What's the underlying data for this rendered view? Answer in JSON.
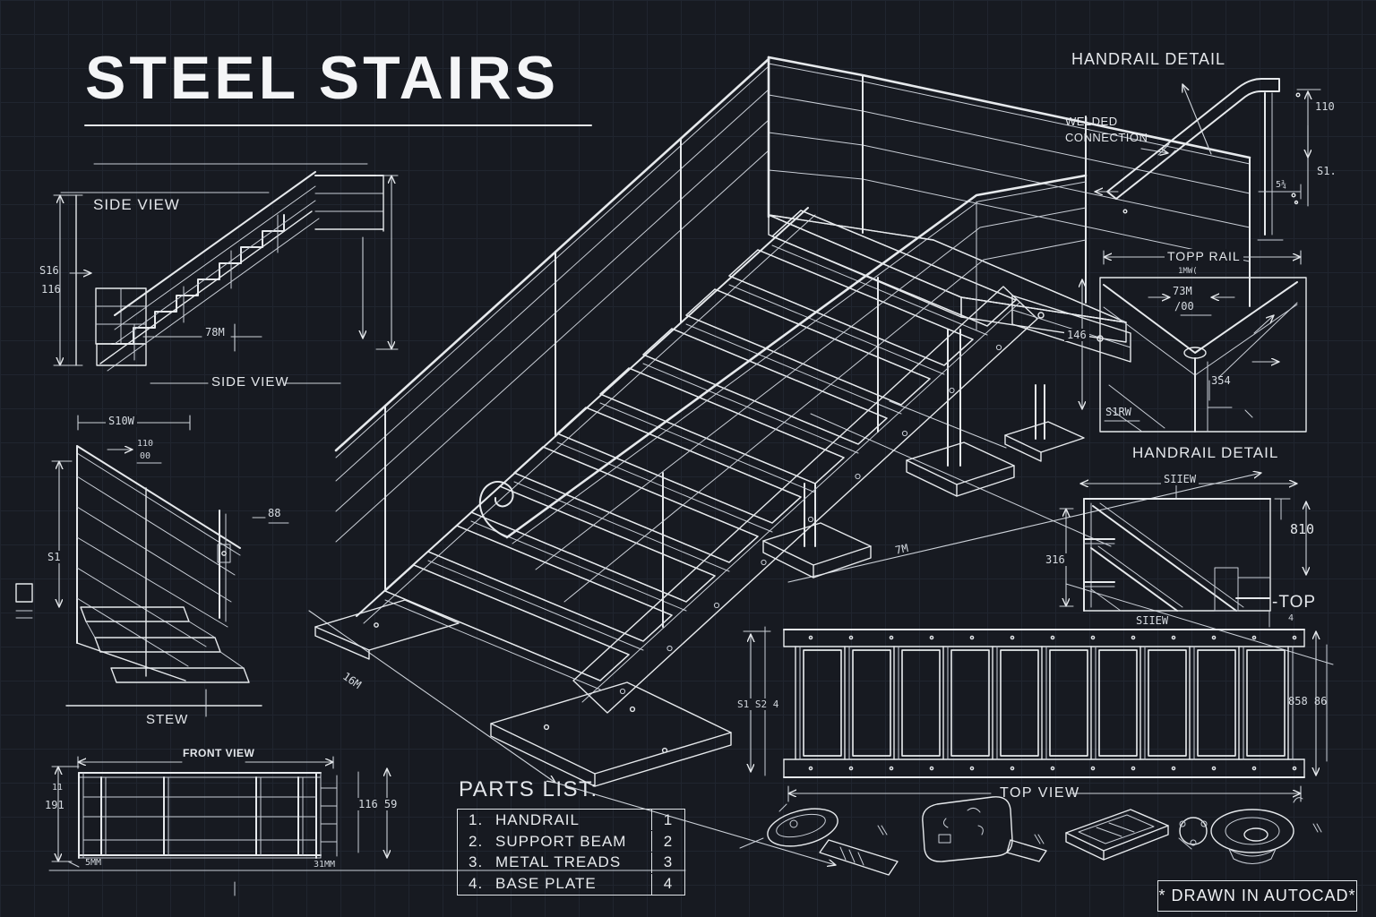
{
  "title": {
    "text": "STEEL STAIRS"
  },
  "side_view": {
    "label": "SIDE VIEW",
    "caption": "SIDE VIEW",
    "dim_height_a": "S16",
    "dim_height_b": "116",
    "dim_run": "78M"
  },
  "rail_detail": {
    "dim_width": "S10W",
    "dim_a": "110",
    "dim_b": "00",
    "dim_height": "S1",
    "dim_scroll": "88",
    "caption": "STEW"
  },
  "front_view": {
    "label": "FRONT VIEW",
    "dim_left_a": "11",
    "dim_left_b": "191",
    "dim_right": "116 59",
    "dim_bottom_left": "5MM",
    "dim_bottom_right": "31MM"
  },
  "parts_list": {
    "heading": "PARTS LIST:",
    "rows": [
      {
        "num": "1.",
        "name": "HANDRAIL",
        "qty": "1"
      },
      {
        "num": "2.",
        "name": "SUPPORT BEAM",
        "qty": "2"
      },
      {
        "num": "3.",
        "name": "METAL TREADS",
        "qty": "3"
      },
      {
        "num": "4.",
        "name": "BASE PLATE",
        "qty": "4"
      }
    ]
  },
  "handrail_detail_top": {
    "heading": "HANDRAIL DETAIL",
    "callout_line1": "WELDED",
    "callout_line2": "CONNECTION",
    "dim_a": "110",
    "dim_b": "S1.",
    "dim_c": "5¾"
  },
  "top_rail_detail": {
    "label": "TOPP RAIL",
    "dim_small": "1MW(",
    "dim_a": "73M",
    "dim_b": "/00",
    "dim_left": "146",
    "dim_mid": "354",
    "stamp": "S1RW",
    "caption": "HANDRAIL DETAIL"
  },
  "handrail_detail_right": {
    "dim_top": "SIIEW",
    "dim_right": "810",
    "dim_left": "316",
    "label_top": "-TOP",
    "caption": "SIIEW",
    "mark": "4"
  },
  "top_view": {
    "caption": "TOP VIEW",
    "dim_left": "S1 S2 4",
    "dim_right": "858 86"
  },
  "iso": {
    "dim_ground_left": "16M",
    "dim_ground_right": "7M"
  },
  "footer": {
    "stamp": "* DRAWN IN AUTOCAD*"
  },
  "figure": {
    "tread_count": 10,
    "top_view_panel_count": 10,
    "colors": {
      "background": "#171a21",
      "grid": "#20252f",
      "line": "#e6e9ec",
      "dim": "#ccd1d8"
    }
  }
}
